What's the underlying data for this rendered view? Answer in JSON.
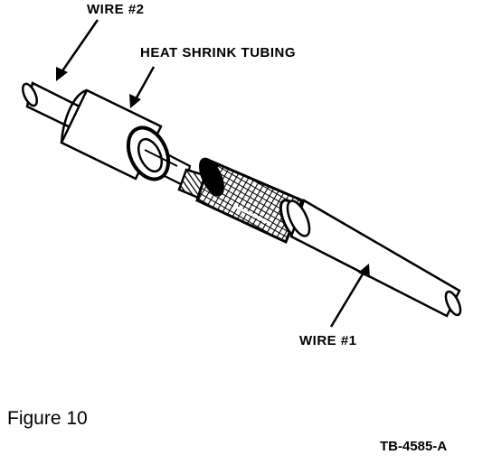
{
  "labels": {
    "wire_2": "WIRE #2",
    "heat_shrink_tubing": "HEAT SHRINK TUBING",
    "wire_1": "WIRE #1"
  },
  "caption": "Figure 10",
  "figure_code": "TB-4585-A",
  "colors": {
    "ink": "#000000",
    "paper": "#ffffff"
  }
}
